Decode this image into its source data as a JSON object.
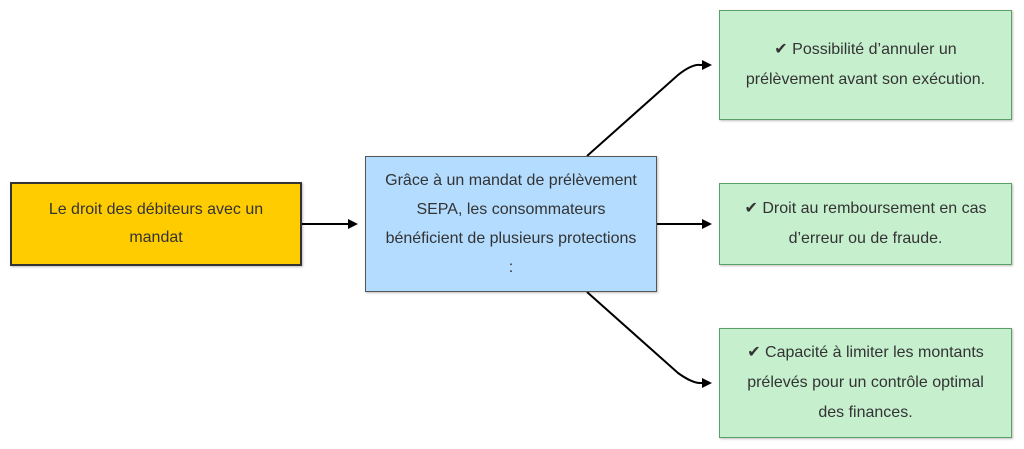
{
  "diagram": {
    "root": {
      "label": "Le droit des débiteurs avec un mandat",
      "color": "#ffcc00"
    },
    "hub": {
      "label": "Grâce à un mandat de prélèvement SEPA, les consommateurs bénéficient de plusieurs protections :",
      "color": "#b3dcff"
    },
    "leaves": [
      {
        "label": "✔ Possibilité d’annuler un prélèvement avant son exécution."
      },
      {
        "label": "✔ Droit au remboursement en cas d’erreur ou de fraude."
      },
      {
        "label": "✔ Capacité à limiter les montants prélevés pour un contrôle optimal des finances."
      }
    ],
    "leaf_color": "#c6efce",
    "edges": [
      {
        "from": "root",
        "to": "hub"
      },
      {
        "from": "hub",
        "to": "leaf-1"
      },
      {
        "from": "hub",
        "to": "leaf-2"
      },
      {
        "from": "hub",
        "to": "leaf-3"
      }
    ]
  }
}
